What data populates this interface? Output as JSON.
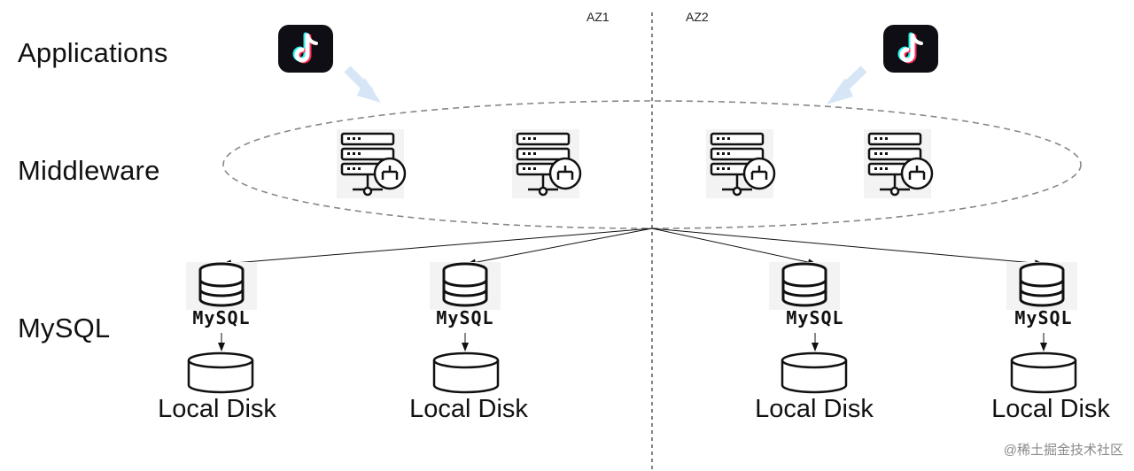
{
  "layers": {
    "applications": "Applications",
    "middleware": "Middleware",
    "mysql": "MySQL"
  },
  "zones": {
    "az1": "AZ1",
    "az2": "AZ2"
  },
  "databases": [
    {
      "engine": "MySQL",
      "storage": "Local Disk"
    },
    {
      "engine": "MySQL",
      "storage": "Local Disk"
    },
    {
      "engine": "MySQL",
      "storage": "Local Disk"
    },
    {
      "engine": "MySQL",
      "storage": "Local Disk"
    }
  ],
  "watermark": "@稀土掘金技术社区",
  "icons": {
    "app": "tiktok-app-icon",
    "middleware": "server-rack-icon",
    "database": "database-icon",
    "disk": "disk-cylinder-icon"
  }
}
